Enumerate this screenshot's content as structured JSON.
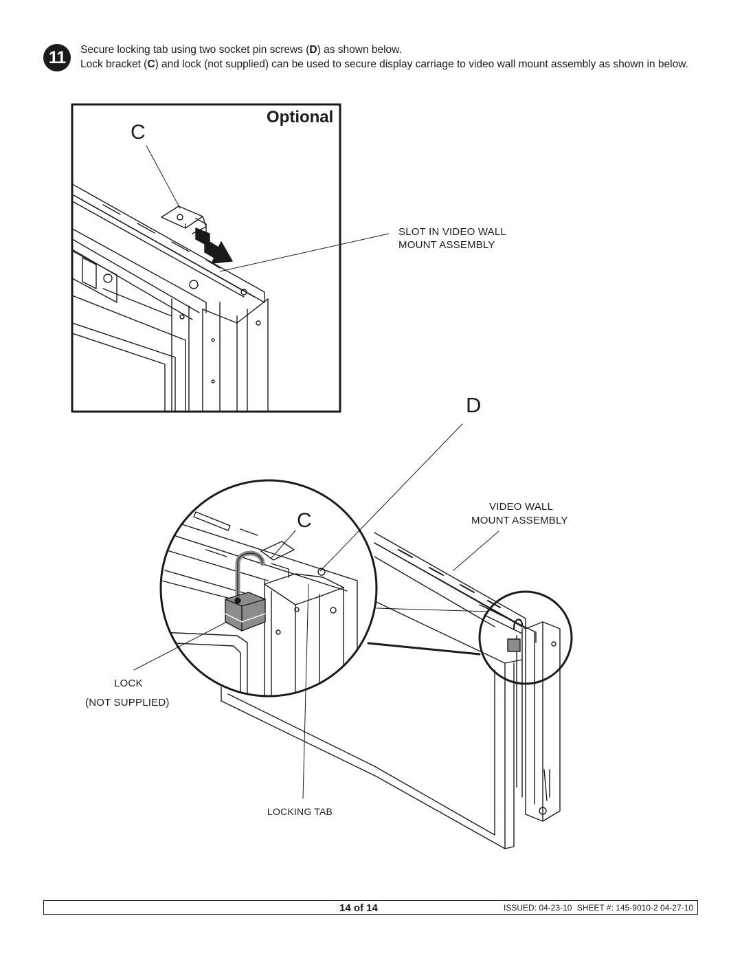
{
  "step": {
    "number": "11"
  },
  "instructions": {
    "line1_pre": "Secure locking tab using two socket pin screws (",
    "line1_key": "D",
    "line1_post": ") as shown below.",
    "line2_pre": "Lock bracket (",
    "line2_key": "C",
    "line2_post": ") and lock (not supplied) can be used to secure display carriage to video wall mount assembly as shown in below."
  },
  "top_figure": {
    "title": "Optional",
    "callout_c": "C",
    "slot_label_1": "SLOT IN VIDEO WALL",
    "slot_label_2": "MOUNT ASSEMBLY"
  },
  "bottom_figure": {
    "callout_d": "D",
    "callout_c": "C",
    "mount_label_1": "VIDEO WALL",
    "mount_label_2": "MOUNT ASSEMBLY",
    "lock_label_1": "LOCK",
    "lock_label_2": "(NOT SUPPLIED)",
    "locking_tab_label": "LOCKING TAB"
  },
  "footer": {
    "page": "14 of 14",
    "issued": "ISSUED: 04-23-10",
    "sheet": "SHEET #: 145-9010-2 04-27-10"
  },
  "colors": {
    "ink": "#1a1a1a",
    "fill_gray": "#cfcfcf",
    "lock_gray": "#8c8c8c"
  }
}
